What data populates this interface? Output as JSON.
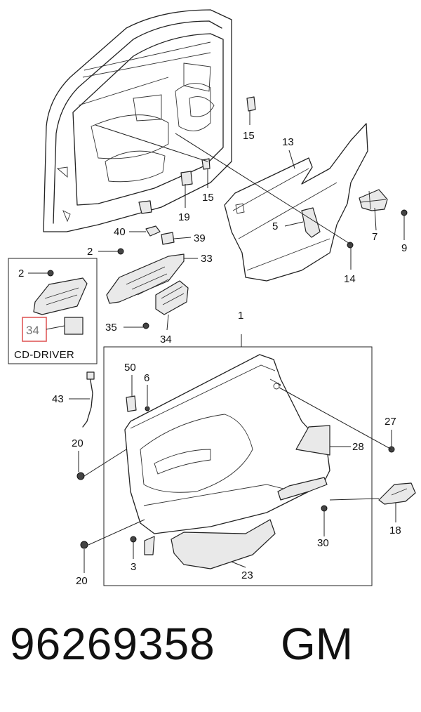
{
  "diagram": {
    "inset_title": "CD-DRIVER",
    "highlight_color": "#e05a5a",
    "callouts": {
      "c1": "1",
      "c2a": "2",
      "c2b": "2",
      "c3": "3",
      "c5": "5",
      "c6": "6",
      "c7": "7",
      "c9": "9",
      "c13": "13",
      "c14": "14",
      "c15a": "15",
      "c15b": "15",
      "c18": "18",
      "c19": "19",
      "c20a": "20",
      "c20b": "20",
      "c23": "23",
      "c27": "27",
      "c28": "28",
      "c30": "30",
      "c33": "33",
      "c34a": "34",
      "c34b": "34",
      "c35": "35",
      "c39": "39",
      "c40": "40",
      "c43": "43",
      "c50": "50"
    }
  },
  "footer": {
    "part_number": "96269358",
    "brand": "GM"
  }
}
